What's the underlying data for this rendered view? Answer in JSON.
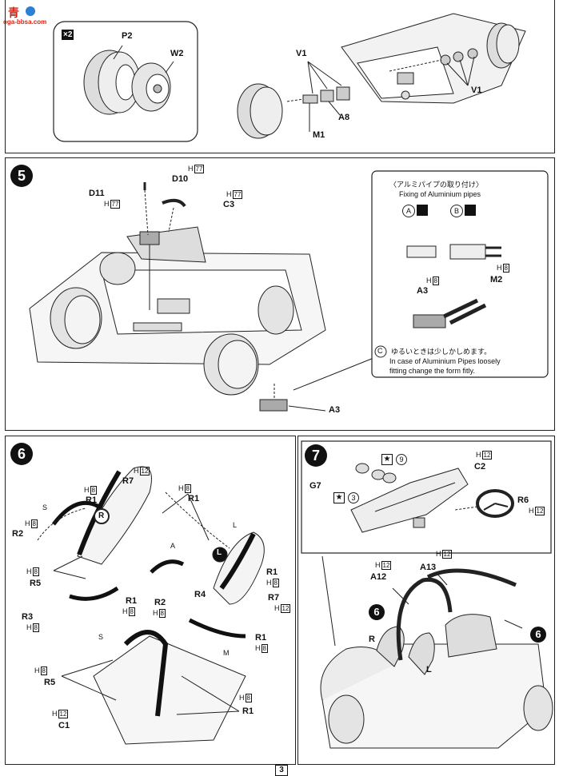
{
  "watermark": {
    "top": "青",
    "site": "oga-bbsa.com"
  },
  "step4": {
    "multiplier": "×2",
    "labels": {
      "p2": "P2",
      "w2": "W2",
      "v1_left": "V1",
      "v1_right": "V1",
      "a8": "A8",
      "m1": "M1"
    }
  },
  "step5": {
    "number": "5",
    "labels": {
      "d11": "D11",
      "d10": "D10",
      "c3": "C3",
      "a3": "A3"
    },
    "h_prefix": "H",
    "h77": "77",
    "inset": {
      "title_jp": "〈アルミパイプの取り付け〉",
      "title_en": "Fixing of Aluminium pipes",
      "a": "A",
      "b": "B",
      "a3": "A3",
      "m2": "M2",
      "h8": "8",
      "c": "C",
      "note_jp": "ゆるいときは少しかしめます。",
      "note_en1": "In case of Aluminium Pipes loosely",
      "note_en2": "fitting change the form fitly."
    }
  },
  "step6": {
    "number": "6",
    "labels": {
      "r7_top": "R7",
      "r1_top": "R1",
      "r1_right": "R1",
      "r2_left": "R2",
      "r5_left": "R5",
      "r3": "R3",
      "r1_mid": "R1",
      "r2_mid": "R2",
      "r4": "R4",
      "r1_side": "R1",
      "r7_side": "R7",
      "r1_low": "R1",
      "r5_bottom": "R5",
      "c1": "C1",
      "r1_bottom": "R1",
      "r_mark": "R",
      "l_mark": "L"
    },
    "h8": "8",
    "h12": "12",
    "marks": {
      "s": "S",
      "a": "A",
      "l": "L",
      "m": "M"
    }
  },
  "step7": {
    "number": "7",
    "labels": {
      "g7": "G7",
      "c2": "C2",
      "r6": "R6",
      "a12": "A12",
      "a13": "A13",
      "r": "R",
      "l": "L",
      "six_a": "6",
      "six_b": "6"
    },
    "h12": "12",
    "circ9": "9",
    "circ3": "3"
  },
  "page_number": "3"
}
